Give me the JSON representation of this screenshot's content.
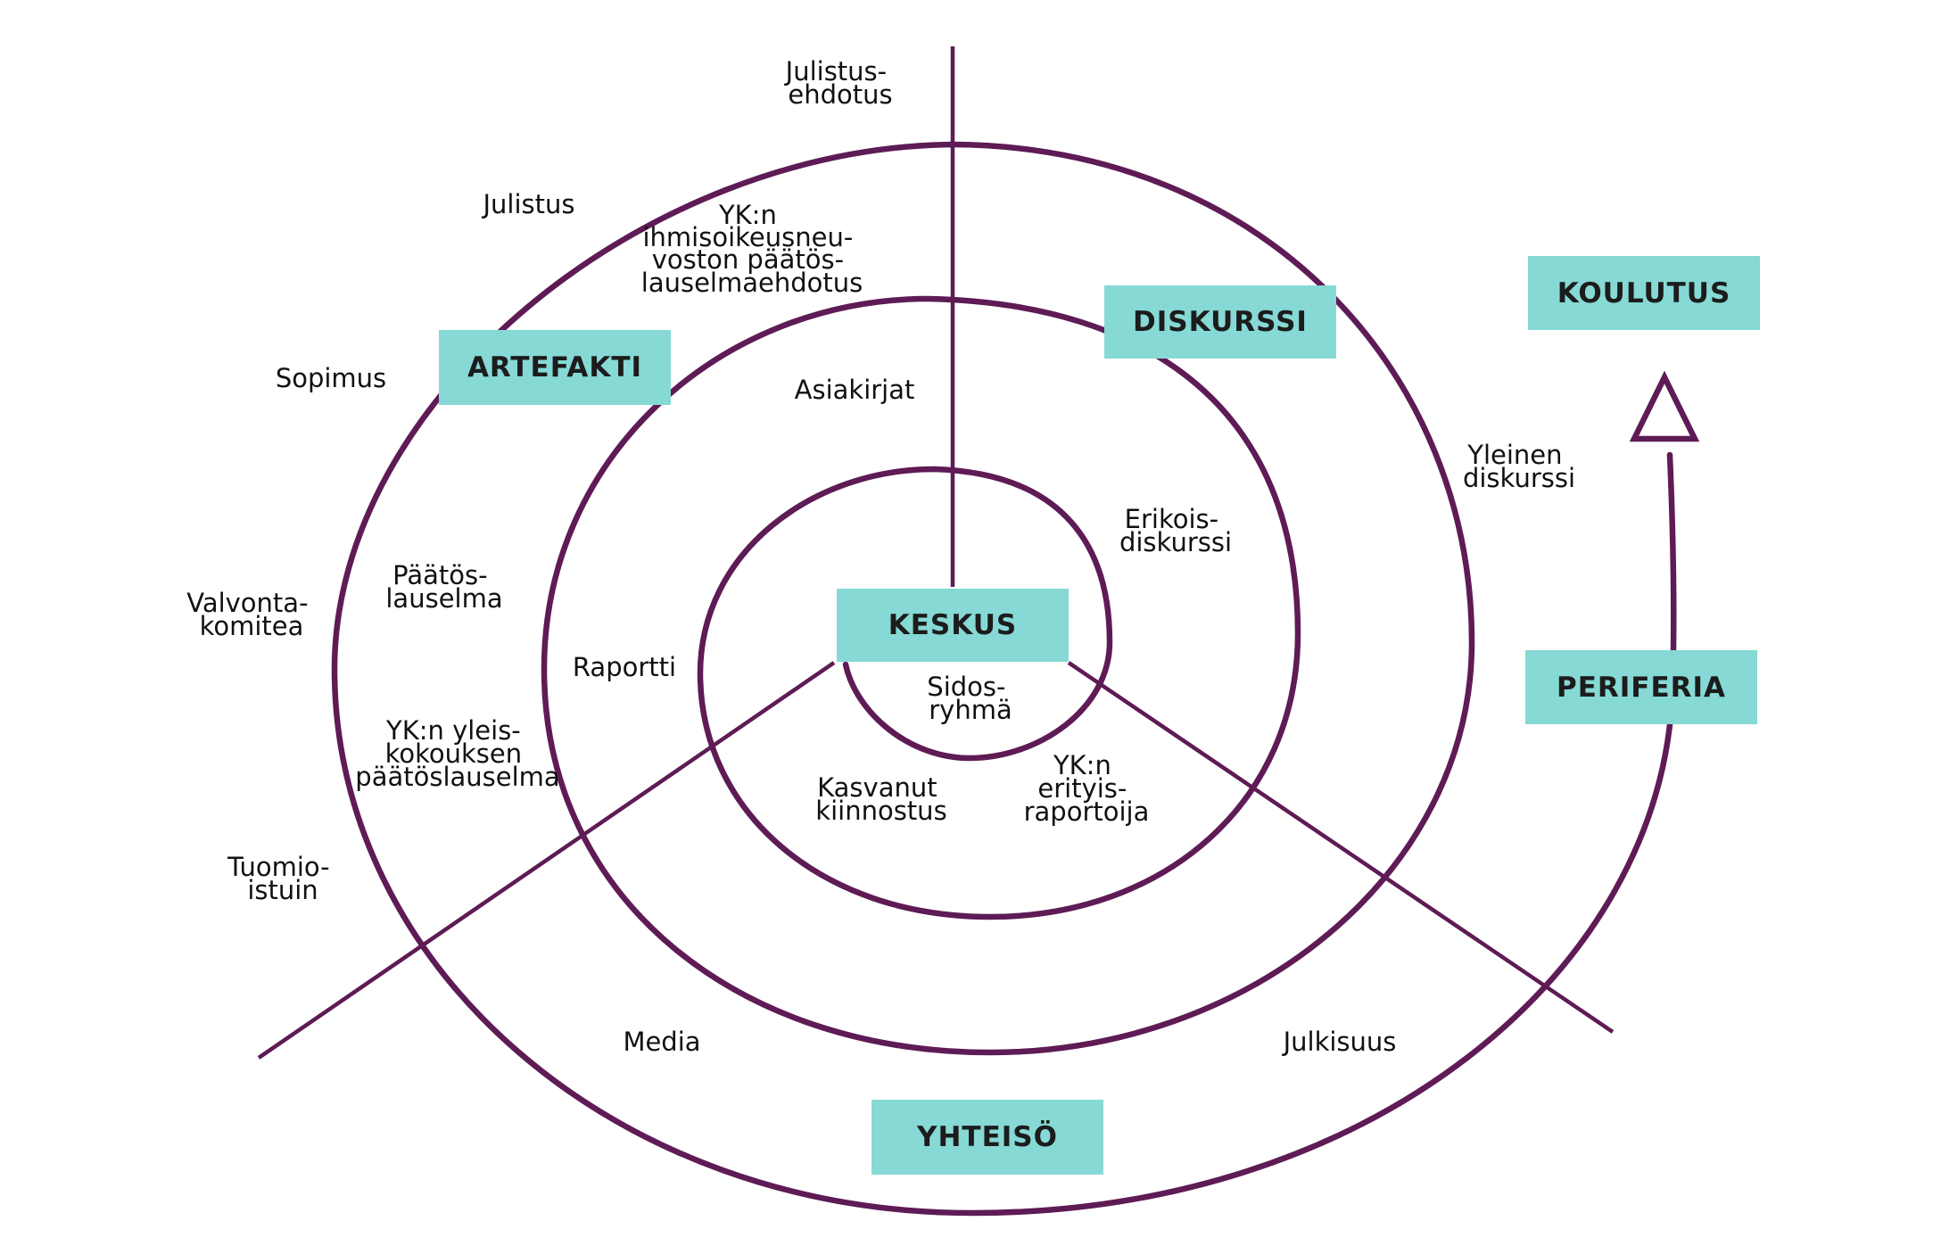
{
  "boxes": {
    "keskus": "KESKUS",
    "artefakti": "ARTEFAKTI",
    "diskurssi": "DISKURSSI",
    "koulutus": "KOULUTUS",
    "periferia": "PERIFERIA",
    "yhteiso": "YHTEISÖ"
  },
  "labels": {
    "julistusehdotus": [
      "Julistus-",
      "ehdotus"
    ],
    "julistus": "Julistus",
    "yk_ihmisoikeusneuvosto": [
      "YK:n",
      "ihmisoikeusneu-",
      "voston päätös-",
      "lauselmaehdotus"
    ],
    "sopimus": "Sopimus",
    "asiakirjat": "Asiakirjat",
    "yleinen_diskurssi": [
      "Yleinen",
      "diskurssi"
    ],
    "erikoisdiskurssi": [
      "Erikois-",
      "diskurssi"
    ],
    "paatoslauselma": [
      "Päätös-",
      "lauselma"
    ],
    "valvontakomitea": [
      "Valvonta-",
      "komitea"
    ],
    "raportti": "Raportti",
    "sidosryhma": [
      "Sidos-",
      "ryhmä"
    ],
    "yk_yleiskokous": [
      "YK:n yleis-",
      "kokouksen",
      "päätöslauselma"
    ],
    "kasvanut_kiinnostus": [
      "Kasvanut",
      "kiinnostus"
    ],
    "yk_erityisraportoija": [
      "YK:n",
      "erityis-",
      "raportoija"
    ],
    "tuomioistuin": [
      "Tuomio-",
      "istuin"
    ],
    "media": "Media",
    "julkisuus": "Julkisuus"
  },
  "colors": {
    "line": "#5e1b55",
    "box": "#86d9d5",
    "text": "#111111"
  }
}
